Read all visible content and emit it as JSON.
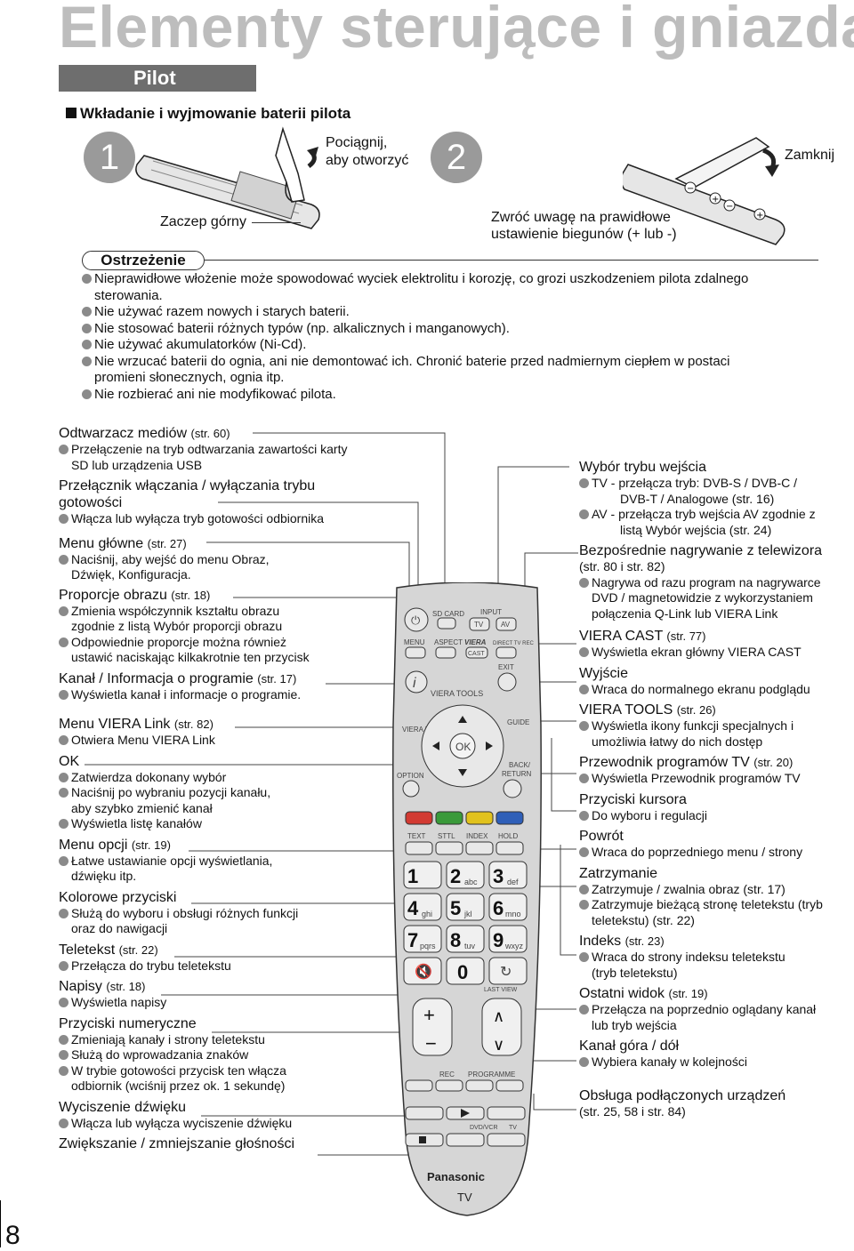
{
  "page_title": "Elementy sterujące i gniazda",
  "section_bar": "Pilot",
  "battery_heading": "Wkładanie i wyjmowanie baterii pilota",
  "steps": {
    "one": {
      "number": "1",
      "label_pull": "Pociągnij,",
      "label_open": "aby otworzyć",
      "label_latch": "Zaczep górny"
    },
    "two": {
      "number": "2",
      "label_close": "Zamknij",
      "label_polarity1": "Zwróć uwagę na prawidłowe",
      "label_polarity2": "ustawienie biegunów (+ lub -)"
    }
  },
  "warning": {
    "title": "Ostrzeżenie",
    "items": [
      "Nieprawidłowe włożenie może spowodować wyciek elektrolitu i korozję, co grozi uszkodzeniem pilota zdalnego",
      "sterowania.",
      "Nie używać razem nowych i starych baterii.",
      "Nie stosować baterii różnych typów (np. alkalicznych i manganowych).",
      "Nie używać akumulatorków (Ni-Cd).",
      "Nie wrzucać baterii do ognia, ani nie demontować ich. Chronić baterie przed nadmiernym ciepłem w postaci",
      "promieni słonecznych, ognia itp.",
      "Nie rozbierać ani nie modyfikować pilota."
    ]
  },
  "left": {
    "media_h": "Odtwarzacz mediów",
    "media_ref": "(str. 60)",
    "media_b1": "Przełączenie na tryb odtwarzania zawartości karty",
    "media_b1c": "SD lub urządzenia USB",
    "power_h1": "Przełącznik włączania / wyłączania trybu",
    "power_h2": "gotowości",
    "power_b1": "Włącza lub wyłącza tryb gotowości odbiornika",
    "menu_h": "Menu główne",
    "menu_ref": "(str. 27)",
    "menu_b1": "Naciśnij, aby wejść do menu Obraz,",
    "menu_b1c": "Dźwięk, Konfiguracja.",
    "aspect_h": "Proporcje obrazu",
    "aspect_ref": "(str. 18)",
    "aspect_b1": "Zmienia współczynnik kształtu obrazu",
    "aspect_b1c": "zgodnie z listą Wybór proporcji obrazu",
    "aspect_b2": "Odpowiednie proporcje można również",
    "aspect_b2c": "ustawić naciskając kilkakrotnie ten przycisk",
    "info_h": "Kanał / Informacja o programie",
    "info_ref": "(str. 17)",
    "info_b1": "Wyświetla kanał i informacje o programie.",
    "vlink_h": "Menu VIERA Link",
    "vlink_ref": "(str. 82)",
    "vlink_b1": "Otwiera Menu VIERA Link",
    "ok_h": "OK",
    "ok_b1": "Zatwierdza dokonany wybór",
    "ok_b2": "Naciśnij po wybraniu pozycji kanału,",
    "ok_b2c": "aby szybko zmienić kanał",
    "ok_b3": "Wyświetla listę kanałów",
    "opt_h": "Menu opcji",
    "opt_ref": "(str. 19)",
    "opt_b1": "Łatwe ustawianie opcji wyświetlania,",
    "opt_b1c": "dźwięku itp.",
    "col_h": "Kolorowe przyciski",
    "col_b1": "Służą do wyboru i obsługi różnych funkcji",
    "col_b1c": "oraz do nawigacji",
    "tt_h": "Teletekst",
    "tt_ref": "(str. 22)",
    "tt_b1": "Przełącza do trybu teletekstu",
    "sub_h": "Napisy",
    "sub_ref": "(str. 18)",
    "sub_b1": "Wyświetla napisy",
    "num_h": "Przyciski numeryczne",
    "num_b1": "Zmieniają kanały i strony teletekstu",
    "num_b2": "Służą do wprowadzania znaków",
    "num_b3": "W trybie gotowości przycisk ten włącza",
    "num_b3c": "odbiornik (wciśnij przez ok. 1 sekundę)",
    "mute_h": "Wyciszenie dźwięku",
    "mute_b1": "Włącza lub wyłącza wyciszenie dźwięku",
    "vol_h": "Zwiększanie / zmniejszanie głośności"
  },
  "right": {
    "input_h": "Wybór trybu wejścia",
    "input_b1": "TV - przełącza tryb: DVB-S / DVB-C /",
    "input_b1c": "DVB-T / Analogowe (str. 16)",
    "input_b2": "AV - przełącza tryb wejścia AV zgodnie z",
    "input_b2c": "listą Wybór wejścia (str. 24)",
    "rec_h": "Bezpośrednie nagrywanie z telewizora",
    "rec_ref": "(str. 80 i str. 82)",
    "rec_b1": "Nagrywa od razu program na nagrywarce",
    "rec_b1c": "DVD / magnetowidzie z wykorzystaniem",
    "rec_b1d": "połączenia Q-Link lub VIERA Link",
    "cast_h": "VIERA CAST",
    "cast_ref": "(str. 77)",
    "cast_b1": "Wyświetla ekran główny VIERA CAST",
    "exit_h": "Wyjście",
    "exit_b1": "Wraca do normalnego ekranu podglądu",
    "tools_h": "VIERA TOOLS",
    "tools_ref": "(str. 26)",
    "tools_b1": "Wyświetla ikony funkcji specjalnych i",
    "tools_b1c": "umożliwia łatwy do nich dostęp",
    "guide_h": "Przewodnik programów TV",
    "guide_ref": "(str. 20)",
    "guide_b1": "Wyświetla Przewodnik programów TV",
    "cursor_h": "Przyciski kursora",
    "cursor_b1": "Do wyboru i regulacji",
    "back_h": "Powrót",
    "back_b1": "Wraca do poprzedniego menu / strony",
    "hold_h": "Zatrzymanie",
    "hold_b1": "Zatrzymuje / zwalnia obraz (str. 17)",
    "hold_b2": "Zatrzymuje bieżącą stronę teletekstu (tryb",
    "hold_b2c": "teletekstu) (str. 22)",
    "index_h": "Indeks",
    "index_ref": "(str. 23)",
    "index_b1": "Wraca do strony indeksu teletekstu",
    "index_b1c": "(tryb teletekstu)",
    "last_h": "Ostatni widok",
    "last_ref": "(str. 19)",
    "last_b1": "Przełącza na poprzednio oglądany kanał",
    "last_b1c": "lub tryb wejścia",
    "ch_h": "Kanał góra / dół",
    "ch_b1": "Wybiera kanały w kolejności",
    "ext_h": "Obsługa podłączonych urządzeń",
    "ext_ref": "(str. 25, 58 i str. 84)"
  },
  "remote": {
    "sd_card": "SD CARD",
    "input": "INPUT",
    "tv": "TV",
    "av": "AV",
    "menu": "MENU",
    "aspect": "ASPECT",
    "viera": "VIERA",
    "direct_tv_rec": "DIRECT TV REC",
    "cast": "CAST",
    "exit": "EXIT",
    "viera_tools": "VIERA TOOLS",
    "viera_link": "VIERA Link",
    "guide": "GUIDE",
    "ok": "OK",
    "option": "OPTION",
    "back": "BACK/",
    "return": "RETURN",
    "text": "TEXT",
    "sttl": "STTL",
    "index": "INDEX",
    "hold": "HOLD",
    "keys": [
      {
        "d": "1",
        "l": ""
      },
      {
        "d": "2",
        "l": "abc"
      },
      {
        "d": "3",
        "l": "def"
      },
      {
        "d": "4",
        "l": "ghi"
      },
      {
        "d": "5",
        "l": "jkl"
      },
      {
        "d": "6",
        "l": "mno"
      },
      {
        "d": "7",
        "l": "pqrs"
      },
      {
        "d": "8",
        "l": "tuv"
      },
      {
        "d": "9",
        "l": "wxyz"
      }
    ],
    "zero": "0",
    "last_view": "LAST VIEW",
    "rec": "REC",
    "programme": "PROGRAMME",
    "dvd_vcr": "DVD/VCR",
    "tv2": "TV",
    "brand": "Panasonic",
    "model": "TV"
  },
  "page_number": "8",
  "colors": {
    "title": "#bdbdbd",
    "bar": "#6e6e6e",
    "bullet": "#8a8a8a",
    "red": "#d23a32",
    "green": "#3a9a3a",
    "yellow": "#e1c21d",
    "blue": "#2f5fb8"
  }
}
